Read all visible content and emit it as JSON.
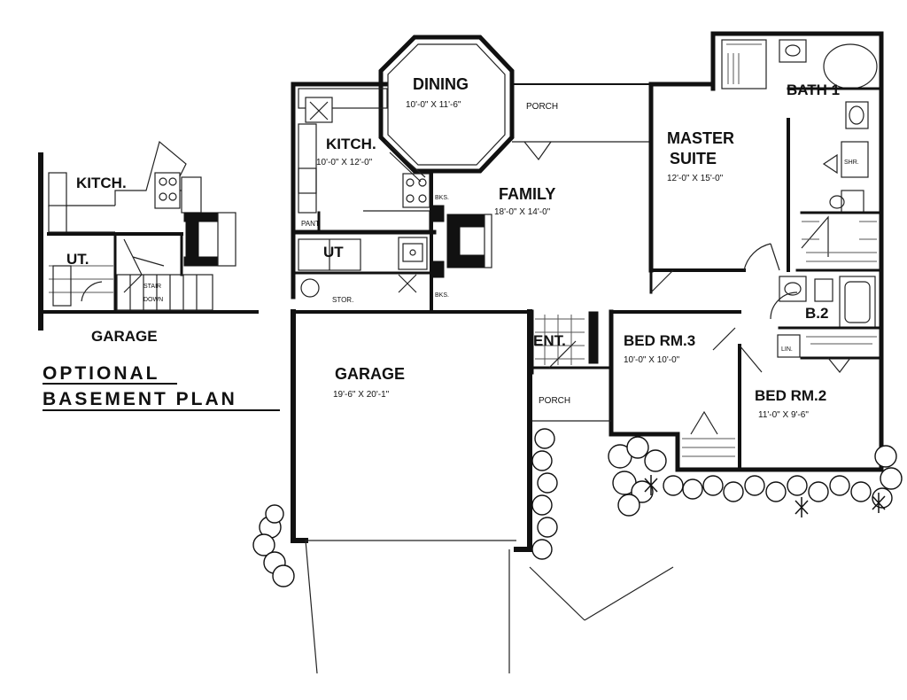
{
  "basement": {
    "kitchen_label": "KITCH.",
    "utility_label": "UT.",
    "stair_label_1": "STAIR",
    "stair_label_2": "DOWN",
    "garage_label": "GARAGE",
    "title_line_1": "OPTIONAL",
    "title_line_2": "BASEMENT PLAN"
  },
  "rooms": {
    "dining": {
      "name": "DINING",
      "size": "10'-0\" X 11'-6\""
    },
    "kitchen": {
      "name": "KITCH.",
      "size": "10'-0\" X 12'-0\""
    },
    "family": {
      "name": "FAMILY",
      "size": "18'-0\" X 14'-0\""
    },
    "master": {
      "name_1": "MASTER",
      "name_2": "SUITE",
      "size": "12'-0\" X 15'-0\""
    },
    "bath1": {
      "name": "BATH 1"
    },
    "shower": {
      "name": "SHR."
    },
    "bath2": {
      "name": "B.2"
    },
    "linen": {
      "name": "LIN."
    },
    "bed3": {
      "name": "BED RM.3",
      "size": "10'-0\" X 10'-0\""
    },
    "bed2": {
      "name": "BED RM.2",
      "size": "11'-0\" X 9'-6\""
    },
    "garage": {
      "name": "GARAGE",
      "size": "19'-6\" X 20'-1\""
    },
    "utility": {
      "name": "UT"
    },
    "pantry": {
      "name": "PANT."
    },
    "storage": {
      "name": "STOR."
    },
    "entry": {
      "name": "ENT."
    },
    "porch_rear": {
      "name": "PORCH"
    },
    "porch_front": {
      "name": "PORCH"
    },
    "bookshelf_1": {
      "name": "BKS."
    },
    "bookshelf_2": {
      "name": "BKS."
    }
  }
}
